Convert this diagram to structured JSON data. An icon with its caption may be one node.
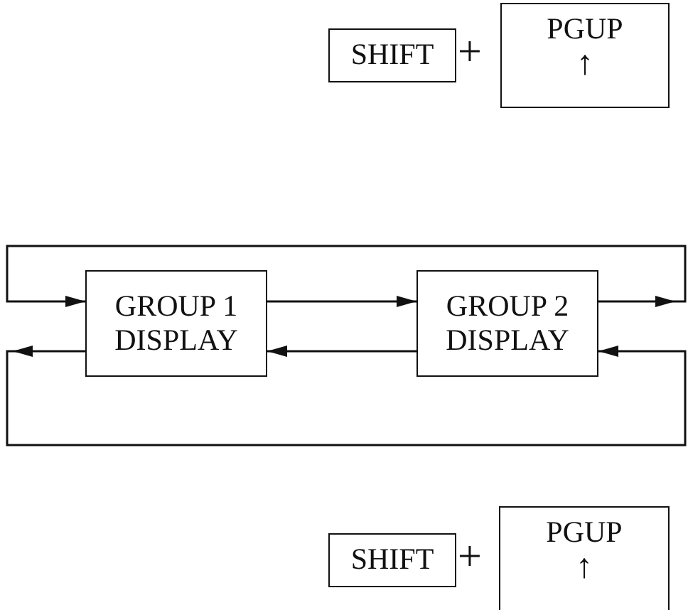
{
  "diagram": {
    "nodes": [
      {
        "text": [
          "SHIFT"
        ]
      },
      {
        "text": [
          "PGUP",
          "↑"
        ]
      },
      {
        "text": [
          "GROUP 1 DISPLAY"
        ]
      },
      {
        "text": [
          "GROUP 2 DISPLAY"
        ]
      },
      {
        "text": [
          "SHIFT"
        ]
      },
      {
        "text": [
          "PGUP",
          "↑"
        ]
      }
    ],
    "edges": [
      {
        "from": 2,
        "to": 3,
        "arrow": "to"
      },
      {
        "from": 3,
        "to": 2,
        "arrow": "to"
      },
      {
        "from": 3,
        "to": 2,
        "arrow": "to"
      },
      {
        "from": 2,
        "to": 3,
        "arrow": "to"
      }
    ],
    "labels": [
      "+",
      "+"
    ]
  }
}
